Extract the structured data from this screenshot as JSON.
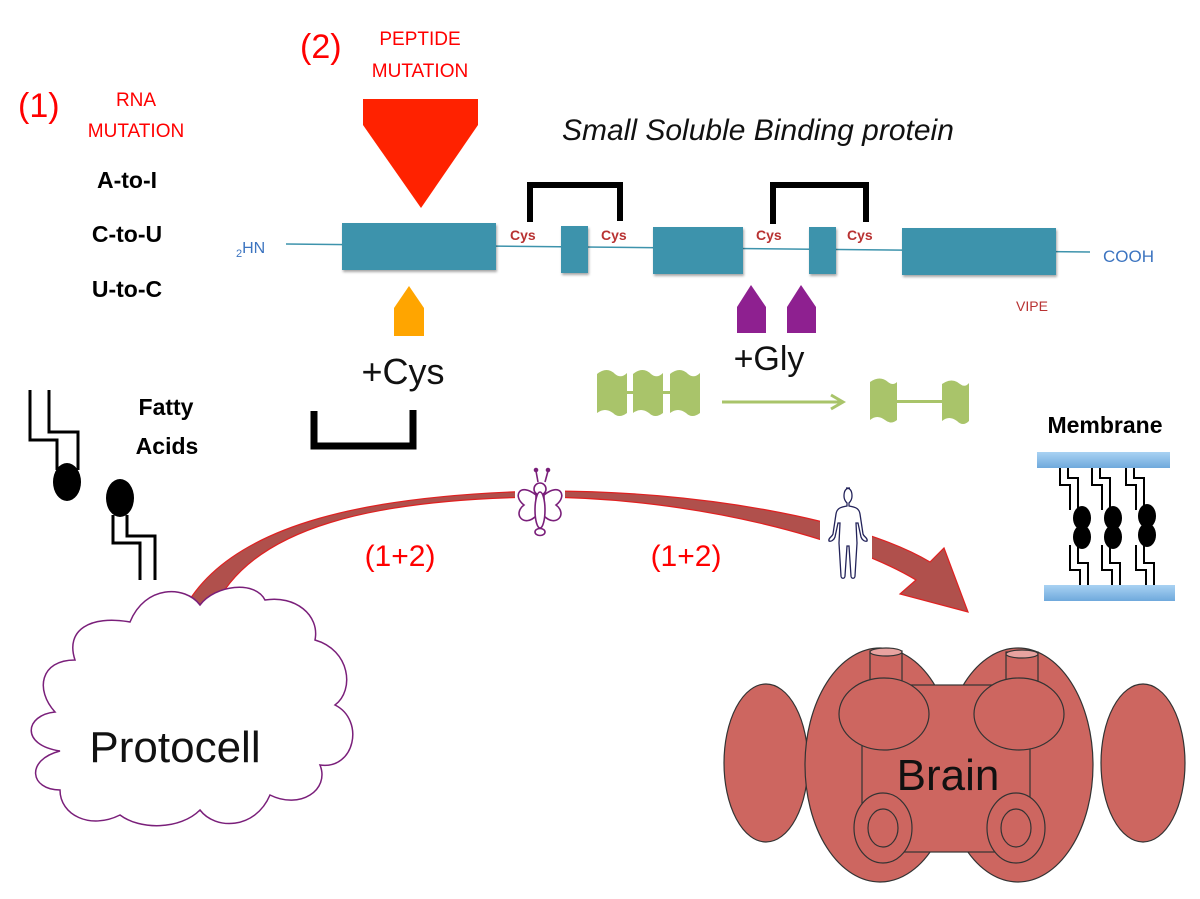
{
  "labels": {
    "rna_num": "(1)",
    "rna_line1": "RNA",
    "rna_line2": "MUTATION",
    "peptide_num": "(2)",
    "peptide_line1": "PEPTIDE",
    "peptide_line2": "MUTATION",
    "mutations": [
      "A-to-I",
      "C-to-U",
      "U-to-C"
    ],
    "title": "Small Soluble Binding protein",
    "n_term_sub": "2",
    "n_term": "HN",
    "c_term": "COOH",
    "cys": [
      "Cys",
      "Cys",
      "Cys",
      "Cys"
    ],
    "vipe": "VIPE",
    "plus_cys": "+Cys",
    "plus_gly": "+Gly",
    "fatty_line1": "Fatty",
    "fatty_line2": "Acids",
    "membrane": "Membrane",
    "evolution_left": "(1+2)",
    "evolution_right": "(1+2)",
    "protocell": "Protocell",
    "brain": "Brain"
  },
  "colors": {
    "mutation_red": "#ff0000",
    "peptide_arrow": "#ff2200",
    "domain_teal": "#3d93ac",
    "cys_label": "#b83232",
    "terminus_blue": "#3c74c0",
    "cys_marker": "#ffa500",
    "gly_marker": "#8e2090",
    "gly_chain": "#a9c46a",
    "arc": "#b0504c",
    "brain_fill": "#cd6660",
    "membrane_blue": "#8ec0ea",
    "cloud_stroke": "#7a1f7a"
  }
}
